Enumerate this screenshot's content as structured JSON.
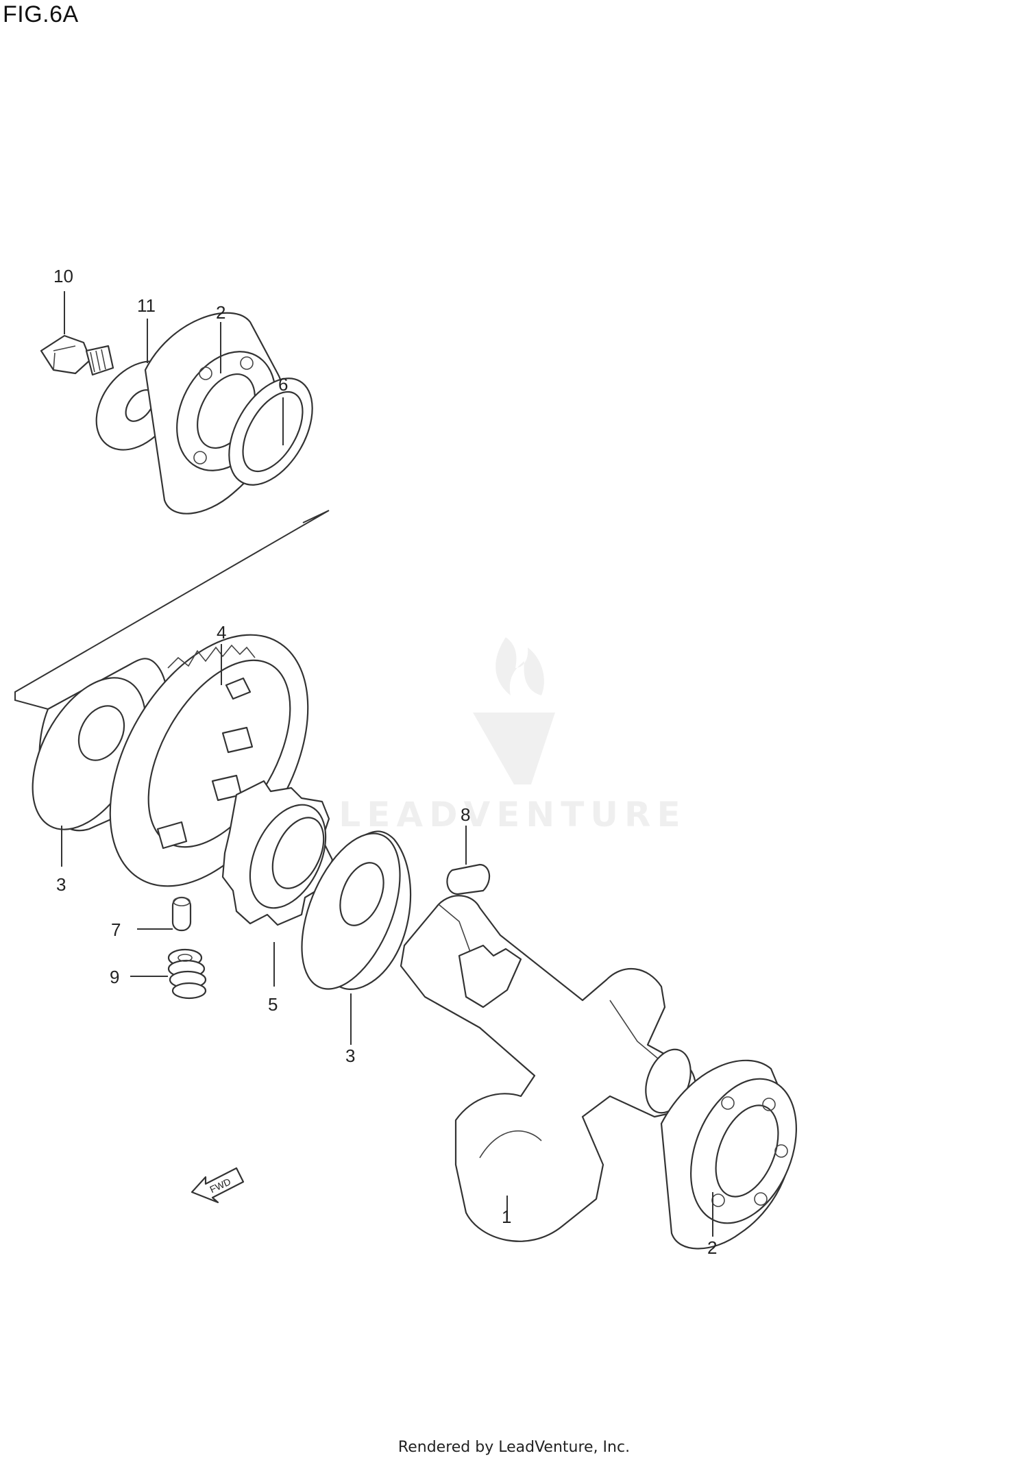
{
  "figure": {
    "title": "FIG.6A"
  },
  "callouts": {
    "c1": "1",
    "c2a": "2",
    "c2b": "2",
    "c3a": "3",
    "c3b": "3",
    "c4": "4",
    "c5": "5",
    "c6": "6",
    "c7": "7",
    "c8": "8",
    "c9": "9",
    "c10": "10",
    "c11": "11"
  },
  "fwd_label": "FWD",
  "watermark": {
    "text": "LEADVENTURE"
  },
  "footer": {
    "text": "Rendered by LeadVenture, Inc."
  },
  "colors": {
    "line": "#333333",
    "background": "#ffffff"
  }
}
